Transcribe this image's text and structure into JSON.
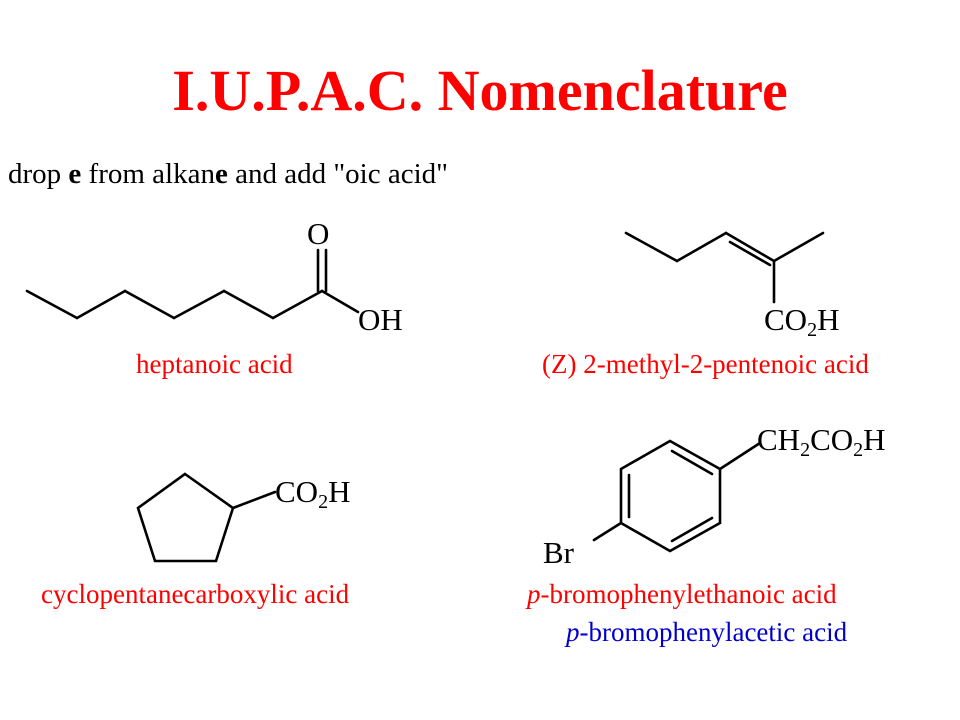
{
  "title": "I.U.P.A.C. Nomenclature",
  "rule": {
    "part1": "drop ",
    "bold1": "e",
    "part2": " from alkan",
    "bold2": "e",
    "part3": " and add \"oic acid\""
  },
  "compounds": {
    "heptanoic": {
      "name": "heptanoic acid",
      "atom_o": "O",
      "atom_oh": "OH"
    },
    "methylpentenoic": {
      "name": "(Z) 2-methyl-2-pentenoic acid",
      "group_co": "CO",
      "group_sub": "2",
      "group_h": "H"
    },
    "cyclopentane": {
      "name": "cyclopentanecarboxylic acid",
      "group_co": "CO",
      "group_sub": "2",
      "group_h": "H"
    },
    "bromophenyl": {
      "name_prefix": "p",
      "name_rest": "-bromophenylethanoic acid",
      "alt_prefix": "p",
      "alt_rest": "-bromophenylacetic acid",
      "group_ch": "CH",
      "group_sub1": "2",
      "group_co": "CO",
      "group_sub2": "2",
      "group_h": "H",
      "atom_br": "Br"
    }
  },
  "colors": {
    "title": "#ff0000",
    "name_primary": "#ff0000",
    "name_alternate": "#0000cc",
    "structure": "#000000"
  }
}
